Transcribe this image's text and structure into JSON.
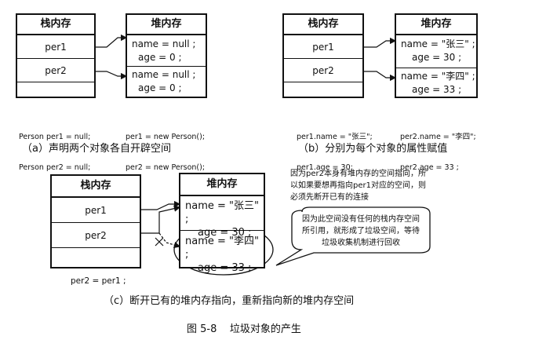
{
  "labels": {
    "stack": "栈内存",
    "heap": "堆内存",
    "per1": "per1",
    "per2": "per2"
  },
  "panel_a": {
    "obj1_name": "name = null ;",
    "obj1_age": "age = 0 ;",
    "obj2_name": "name = null ;",
    "obj2_age": "age = 0 ;",
    "code_left": [
      "Person per1 = null;",
      "Person per2 = null;"
    ],
    "code_right": [
      "per1 = new Person();",
      "per2 = new Person();"
    ],
    "caption": "（a）声明两个对象各自开辟空间"
  },
  "panel_b": {
    "obj1_name": "name = \"张三\" ;",
    "obj1_age": "age = 30 ;",
    "obj2_name": "name = \"李四\" ;",
    "obj2_age": "age = 33 ;",
    "code_left": [
      "per1.name = \"张三\";",
      "per1.age = 30;"
    ],
    "code_right": [
      "per2.name = \"李四\";",
      "per2.age = 33 ;"
    ],
    "caption": "（b）分别为每个对象的属性赋值"
  },
  "panel_c": {
    "obj1_name": "name = \"张三\" ;",
    "obj1_age": "age = 30 ;",
    "obj2_name": "name = \"李四\" ;",
    "obj2_age": "age = 33 ;",
    "code": "per2 = per1 ;",
    "note_top": [
      "因为per2本身有堆内存的空间指向，所",
      "以如果要想再指向per1对应的空间，则",
      "必须先断开已有的连接"
    ],
    "note_bubble": [
      "因为此空间没有任何的栈内存空间",
      "所引用，就形成了垃圾空间，等待",
      "垃圾收集机制进行回收"
    ],
    "caption": "（c）断开已有的堆内存指向，重新指向新的堆内存空间"
  },
  "figure_caption": "图 5-8    垃圾对象的产生"
}
